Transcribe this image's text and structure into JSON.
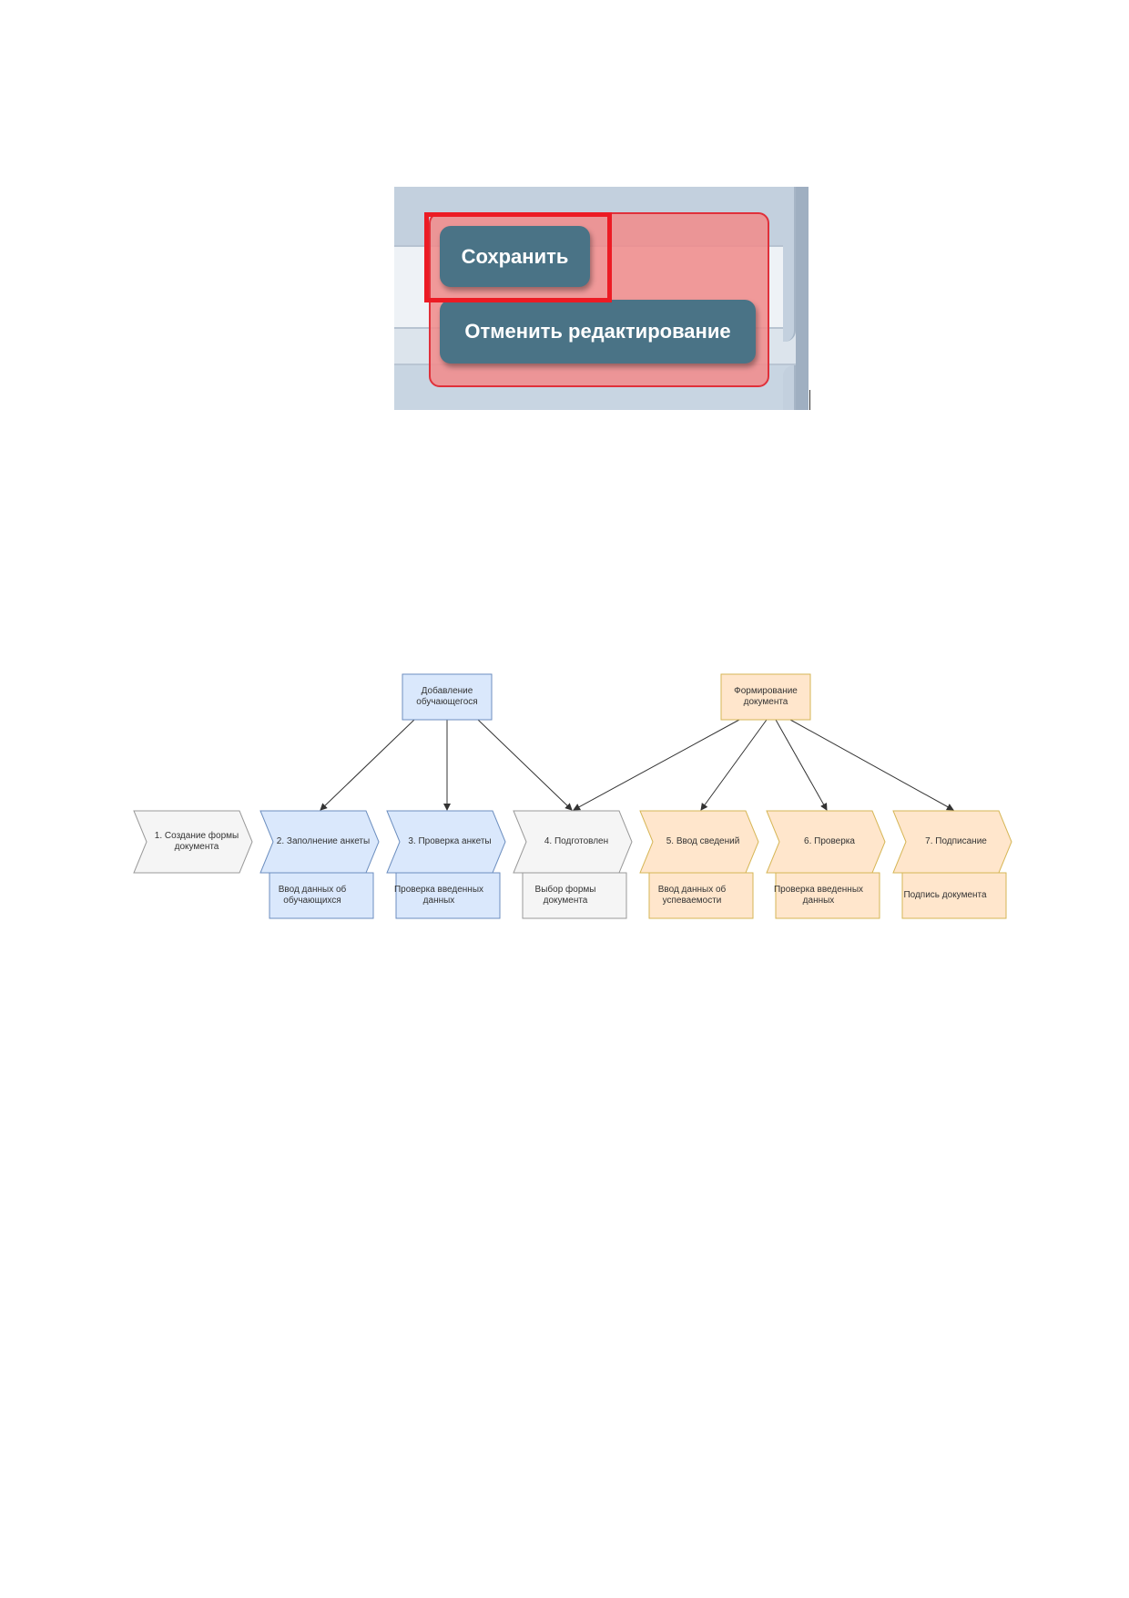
{
  "screenshot": {
    "save_label": "Сохранить",
    "cancel_label": "Отменить редактирование",
    "colors": {
      "button": "#4a7386",
      "highlight": "#f08c8c",
      "frame": "#ec1b24",
      "panel": "#c3d0de"
    }
  },
  "diagram": {
    "parents": [
      {
        "label": "Добавление обучающегося",
        "fill": "#dae8fc",
        "stroke": "#6c8ebf"
      },
      {
        "label": "Формирование документа",
        "fill": "#ffe6cc",
        "stroke": "#d6b656"
      }
    ],
    "steps": [
      {
        "label": "1. Создание формы документа",
        "sub": "",
        "fill": "#f5f5f5",
        "stroke": "#999999"
      },
      {
        "label": "2. Заполнение анкеты",
        "sub": "Ввод данных об обучающихся",
        "fill": "#dae8fc",
        "stroke": "#6c8ebf"
      },
      {
        "label": "3. Проверка анкеты",
        "sub": "Проверка введенных данных",
        "fill": "#dae8fc",
        "stroke": "#6c8ebf"
      },
      {
        "label": "4. Подготовлен",
        "sub": "Выбор формы документа",
        "fill": "#f5f5f5",
        "stroke": "#999999"
      },
      {
        "label": "5. Ввод сведений",
        "sub": "Ввод данных об успеваемости",
        "fill": "#ffe6cc",
        "stroke": "#d6b656"
      },
      {
        "label": "6. Проверка",
        "sub": "Проверка введенных данных",
        "fill": "#ffe6cc",
        "stroke": "#d6b656"
      },
      {
        "label": "7. Подписание",
        "sub": "Подпись документа",
        "fill": "#ffe6cc",
        "stroke": "#d6b656"
      }
    ],
    "edge_color": "#333333"
  }
}
